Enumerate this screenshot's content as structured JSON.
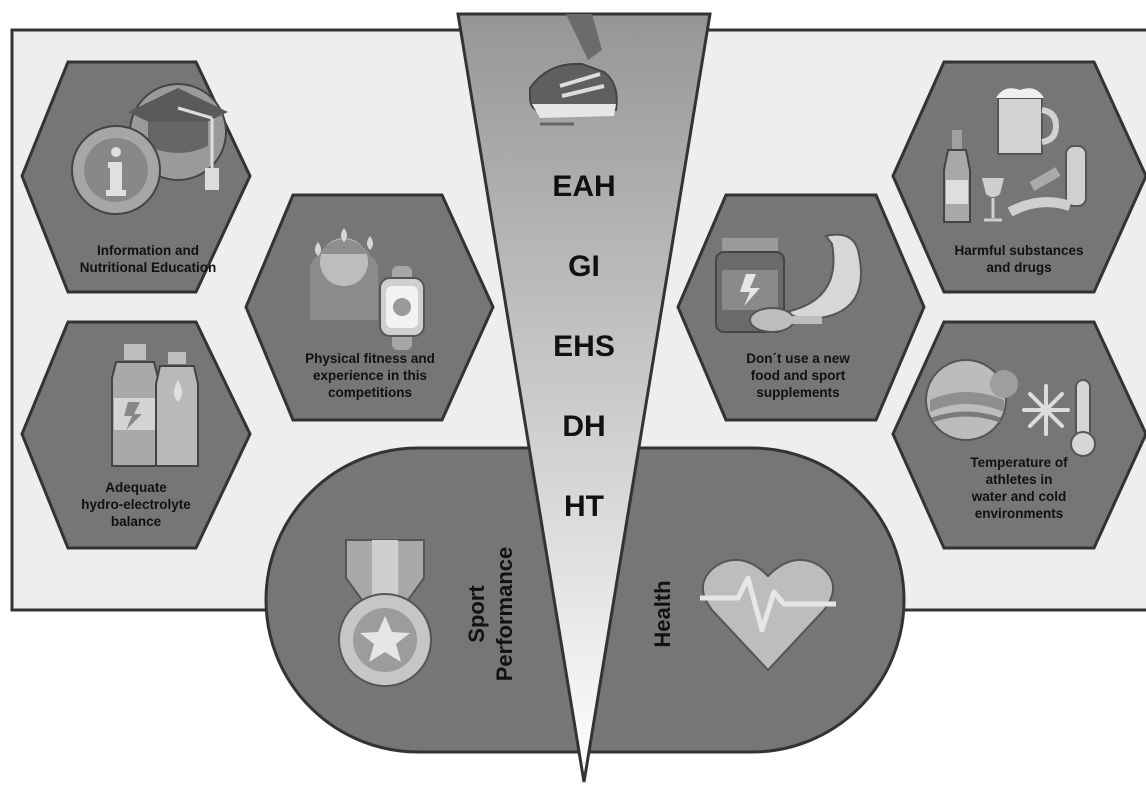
{
  "factors_left": [
    {
      "id": "info",
      "lines": [
        "Information and",
        "Nutritional Education"
      ],
      "icon": "graduation-info-icon"
    },
    {
      "id": "fitness",
      "lines": [
        "Physical fitness and",
        "experience in this",
        "competitions"
      ],
      "icon": "sweating-athlete-watch-icon"
    },
    {
      "id": "hydration",
      "lines": [
        "Adequate",
        "hydro-electrolyte",
        "balance"
      ],
      "icon": "water-bottles-icon"
    }
  ],
  "factors_right": [
    {
      "id": "harmful",
      "lines": [
        "Harmful substances",
        "and drugs"
      ],
      "icon": "alcohol-drugs-icon"
    },
    {
      "id": "supplements",
      "lines": [
        "Don´t use a new",
        "food and sport",
        "supplements"
      ],
      "icon": "supplement-banana-icon"
    },
    {
      "id": "temperature",
      "lines": [
        "Temperature  of",
        "athletes in",
        "water and cold",
        "environments"
      ],
      "icon": "cold-water-thermometer-icon"
    }
  ],
  "center_codes": [
    "EAH",
    "GI",
    "EHS",
    "DH",
    "HT"
  ],
  "outcomes": {
    "left": {
      "lines": [
        "Sport",
        "Performance"
      ],
      "icon": "medal-icon"
    },
    "right": {
      "lines": [
        "Health"
      ],
      "icon": "heart-pulse-icon"
    }
  },
  "top_icon": "running-shoe-icon",
  "colors": {
    "panel_bg": "#eeeeee",
    "hex_fill": "#767676",
    "capsule_fill": "#757575",
    "triangle_top": "#9a9a9a",
    "triangle_bottom": "#ffffff",
    "stroke": "#333333"
  }
}
